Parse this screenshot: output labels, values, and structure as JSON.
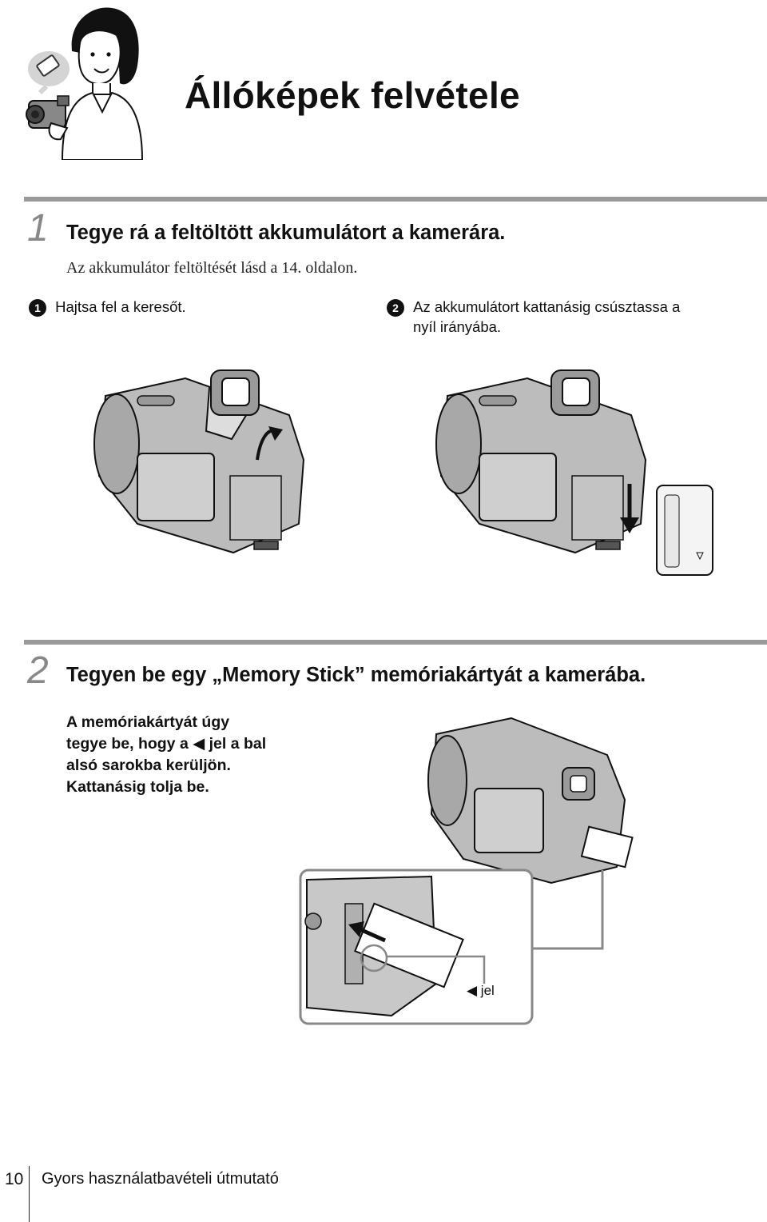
{
  "page": {
    "title": "Állóképek felvétele",
    "steps": [
      {
        "number": "1",
        "heading": "Tegye rá a feltöltött akkumulátort a kamerára.",
        "note": "Az akkumulátor feltöltését lásd a 14. oldalon.",
        "substeps": [
          {
            "marker": "1",
            "text": "Hajtsa fel a keresőt."
          },
          {
            "marker": "2",
            "text_line1": "Az akkumulátort kattanásig csúsztassa a",
            "text_line2": "nyíl irányába."
          }
        ]
      },
      {
        "number": "2",
        "heading": "Tegyen be egy „Memory Stick” memóriakártyát a kamerába.",
        "body_lines": [
          "A memóriakártyát úgy",
          "tegye be, hogy a ◀ jel a bal",
          "alsó sarokba kerüljön.",
          "Kattanásig tolja be."
        ],
        "callout_label": "◀ jel"
      }
    ],
    "footer": {
      "page_number": "10",
      "text": "Gyors használatbavételi útmutató"
    }
  }
}
